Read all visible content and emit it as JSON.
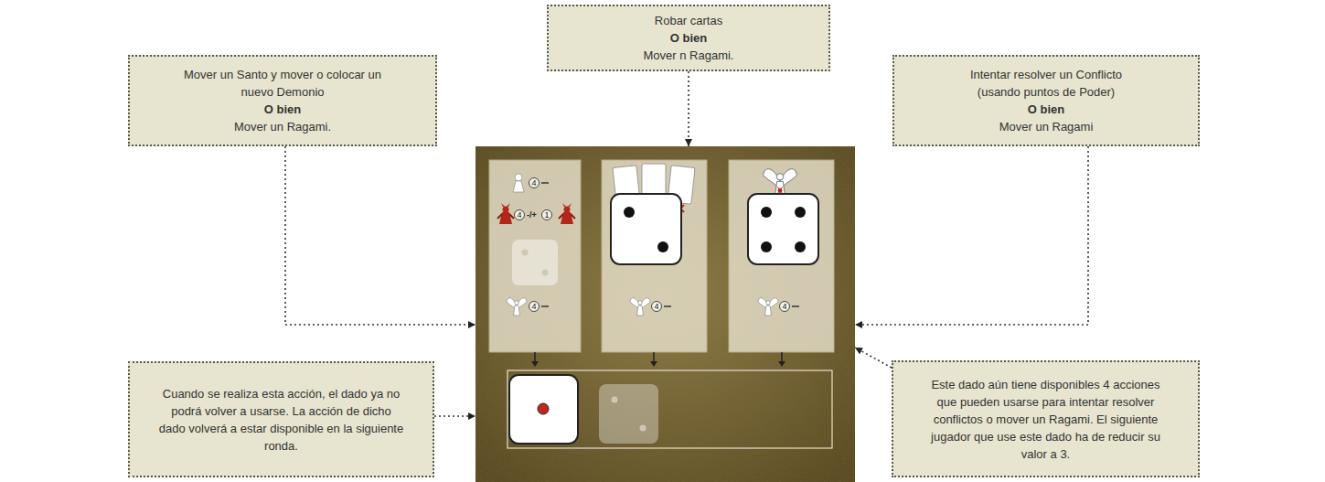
{
  "diagram": {
    "nodes": [
      {
        "text": [
          "Robar cartas",
          "O bien",
          "Mover n Ragami."
        ]
      },
      {
        "text": [
          "Mover un Santo y mover o colocar un nuevo Demonio",
          "O bien",
          "Mover un Ragami."
        ]
      },
      {
        "text": [
          "Intentar resolver un Conflicto (usando puntos de Poder)",
          "O bien",
          "Mover un Ragami"
        ]
      },
      {
        "text": [
          "4",
          "4",
          "-/+",
          "1",
          "4",
          "4",
          "4"
        ]
      },
      {
        "text": [
          "Cuando se realiza esta acción, el dado ya no podrá volver a usarse. La acción de dicho dado volverá a estar disponible en la siguiente ronda."
        ]
      },
      {
        "text": [
          "Este dado aún tiene disponibles 4 acciones que pueden usarse para intentar resolver conflictos o mover un Ragami. El siguiente jugador que use este dado ha de reducir su valor a 3."
        ]
      }
    ],
    "edges": [
      {
        "from": 0,
        "to": 3,
        "arrow": "to"
      },
      {
        "from": 1,
        "to": 3,
        "arrow": "to"
      },
      {
        "from": 2,
        "to": 3,
        "arrow": "to"
      },
      {
        "from": 4,
        "to": 3,
        "arrow": "to"
      },
      {
        "from": 5,
        "to": 3,
        "arrow": "to"
      }
    ]
  }
}
